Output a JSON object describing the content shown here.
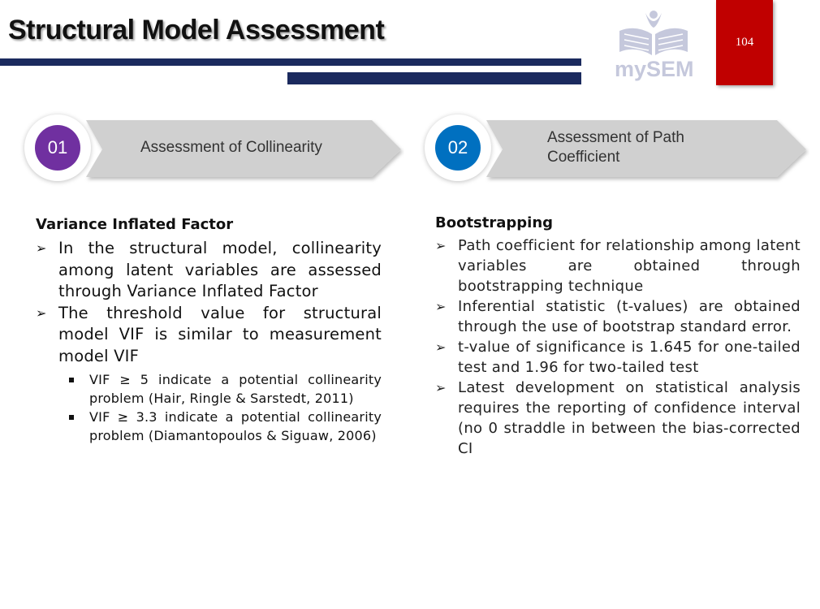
{
  "header": {
    "title": "Structural Model Assessment",
    "page_number": "104",
    "logo_text": "mySEM"
  },
  "steps": [
    {
      "number": "01",
      "label": "Assessment of Collinearity",
      "color": "#7030a0"
    },
    {
      "number": "02",
      "label": "Assessment of Path Coefficient",
      "color": "#0070c0"
    }
  ],
  "left": {
    "heading": "Variance Inflated Factor",
    "bullets": [
      "In the structural model, collinearity among latent variables are assessed through Variance Inflated Factor",
      "The threshold value for structural model VIF is similar to measurement model VIF"
    ],
    "sub_bullets": [
      "VIF ≥ 5 indicate a potential collinearity problem (Hair, Ringle & Sarstedt, 2011)",
      "VIF ≥ 3.3 indicate a potential collinearity problem (Diamantopoulos & Siguaw, 2006)"
    ]
  },
  "right": {
    "heading": "Bootstrapping",
    "bullets": [
      "Path coefficient for relationship among latent variables are obtained through bootstrapping technique",
      "Inferential statistic (t-values) are obtained through the use of bootstrap standard error.",
      "t-value of significance is 1.645 for one-tailed test and 1.96 for two-tailed test",
      "Latest development on statistical analysis requires the reporting of confidence interval (no 0 straddle in between the bias-corrected CI"
    ]
  },
  "colors": {
    "navy": "#1b2a5e",
    "red": "#c00000",
    "chevron": "#d0d0d0"
  },
  "icons": {
    "bullet": "arrow-bullet-icon",
    "sub_bullet": "square-bullet-icon"
  }
}
